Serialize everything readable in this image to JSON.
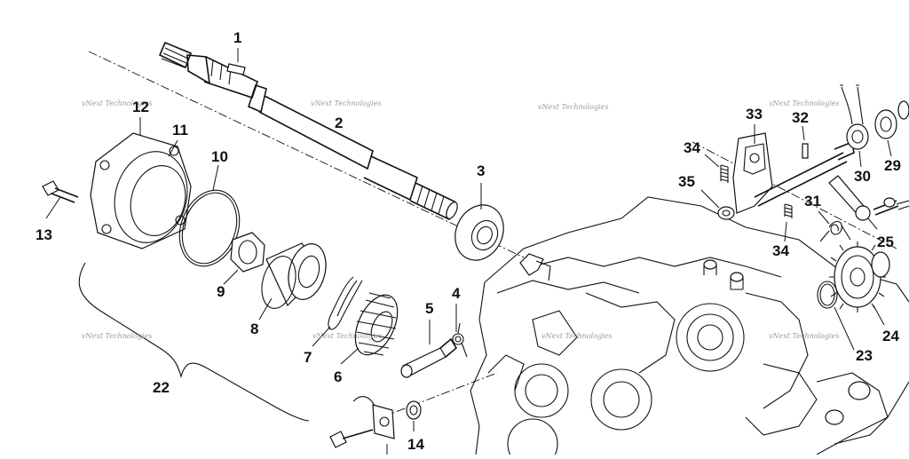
{
  "callouts": {
    "c1": "1",
    "c2": "2",
    "c3": "3",
    "c4": "4",
    "c5": "5",
    "c6": "6",
    "c7": "7",
    "c8": "8",
    "c9": "9",
    "c10": "10",
    "c11": "11",
    "c12": "12",
    "c13": "13",
    "c14": "14",
    "c22": "22",
    "c23": "23",
    "c24": "24",
    "c25": "25",
    "c29": "29",
    "c30": "30",
    "c31": "31",
    "c32": "32",
    "c33": "33",
    "c34a": "34",
    "c34b": "34",
    "c35": "35"
  },
  "watermark": "vNext Technologies"
}
